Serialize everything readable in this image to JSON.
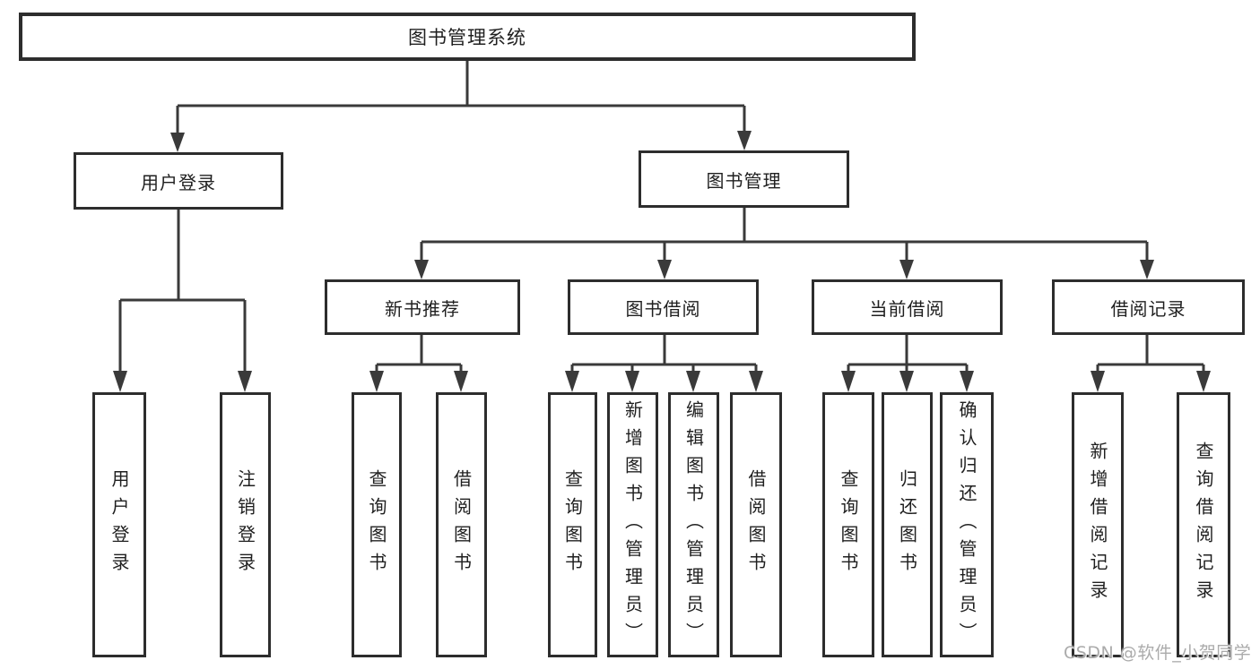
{
  "title": {
    "label": "图书管理系统"
  },
  "level2": {
    "user_login": {
      "label": "用户登录"
    },
    "book_mgmt": {
      "label": "图书管理"
    }
  },
  "level3": {
    "new_books": {
      "label": "新书推荐"
    },
    "borrowing": {
      "label": "图书借阅"
    },
    "current": {
      "label": "当前借阅"
    },
    "records": {
      "label": "借阅记录"
    }
  },
  "leaves": {
    "login": {
      "label": "用户登录"
    },
    "logout": {
      "label": "注销登录"
    },
    "nb_query": {
      "label": "查询图书"
    },
    "nb_borrow": {
      "label": "借阅图书"
    },
    "bw_query": {
      "label": "查询图书"
    },
    "bw_add": {
      "label": "新增图书（管理员）"
    },
    "bw_edit": {
      "label": "编辑图书（管理员）"
    },
    "bw_borrow": {
      "label": "借阅图书"
    },
    "cu_query": {
      "label": "查询图书"
    },
    "cu_return": {
      "label": "归还图书"
    },
    "cu_confirm": {
      "label": "确认归还（管理员）"
    },
    "rc_add": {
      "label": "新增借阅记录"
    },
    "rc_query": {
      "label": "查询借阅记录"
    }
  },
  "watermark": {
    "text": "CSDN @软件_小贺同学"
  },
  "colors": {
    "line": "#3a3a3a",
    "border": "#2d2d2d",
    "text": "#1f1f1f",
    "background": "#ffffff",
    "watermark": "#ababab"
  }
}
